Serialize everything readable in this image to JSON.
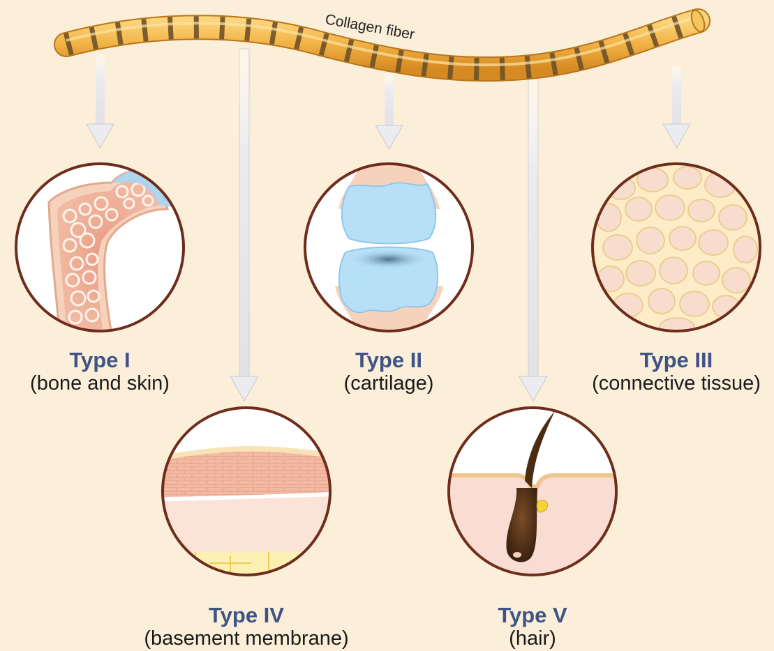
{
  "fiber": {
    "label": "Collagen fiber"
  },
  "types": [
    {
      "id": "type1",
      "name": "Type I",
      "desc": "(bone and skin)"
    },
    {
      "id": "type2",
      "name": "Type II",
      "desc": "(cartilage)"
    },
    {
      "id": "type3",
      "name": "Type III",
      "desc": "(connective tissue)"
    },
    {
      "id": "type4",
      "name": "Type IV",
      "desc": "(basement membrane)"
    },
    {
      "id": "type5",
      "name": "Type V",
      "desc": "(hair)"
    }
  ],
  "colors": {
    "background": "#fcefd9",
    "fiber": "#f2b54a",
    "fiber_band": "#7a5d2e",
    "circle_border": "#6e2d1c",
    "title": "#3e5485",
    "arrow": "#e8e8ea"
  }
}
